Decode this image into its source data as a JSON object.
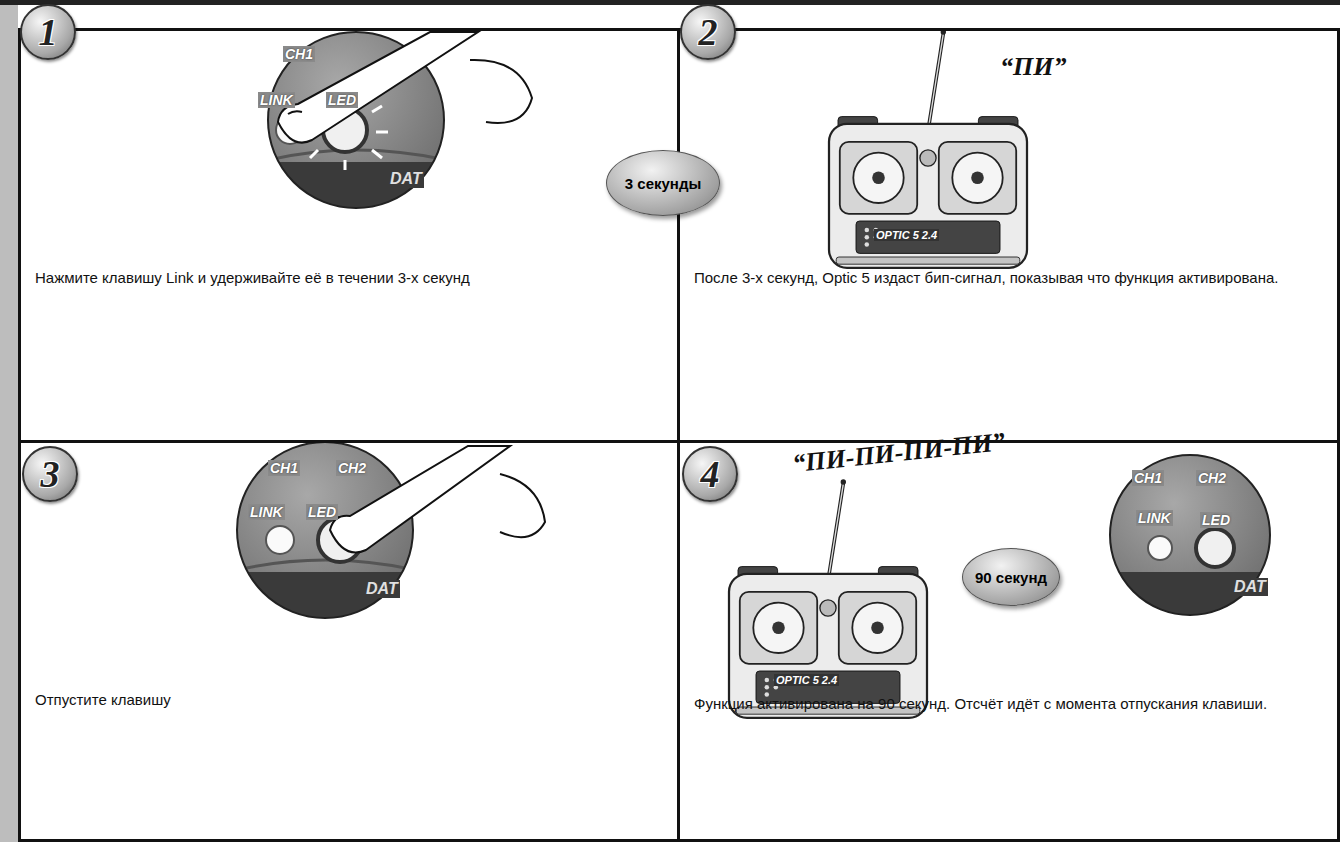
{
  "diagram": {
    "nodes": [
      {
        "text": [
          "Нажмите клавишу Link и удерживайте её в течении 3-х секунд"
        ]
      },
      {
        "text": [
          "1"
        ],
        "in": 0
      },
      {
        "text": [
          "3 секунды"
        ]
      },
      {
        "text": [
          "После 3-х секунд, Optic 5 издаст бип-сигнал, показывая что функция активирована."
        ]
      },
      {
        "text": [
          "2"
        ],
        "in": 3
      },
      {
        "text": [
          "Отпустите клавишу"
        ]
      },
      {
        "text": [
          "3"
        ],
        "in": 5
      },
      {
        "text": [
          "Функция активирована на 90 секунд. Отсчёт идёт с момента отпускания клавиши."
        ]
      },
      {
        "text": [
          "4"
        ],
        "in": 7
      },
      {
        "text": [
          "90 секунд"
        ],
        "in": 7
      }
    ],
    "labels": [
      "CH1",
      "LINK",
      "LED",
      "DAT",
      "“ПИ”",
      "OPTIC 5 2.4",
      "CH1",
      "CH2",
      "LINK",
      "LED",
      "DAT",
      "“ПИ-ПИ-ПИ-ПИ”",
      "OPTIC 5 2.4",
      "CH1",
      "CH2",
      "LINK",
      "LED",
      "DAT"
    ]
  }
}
